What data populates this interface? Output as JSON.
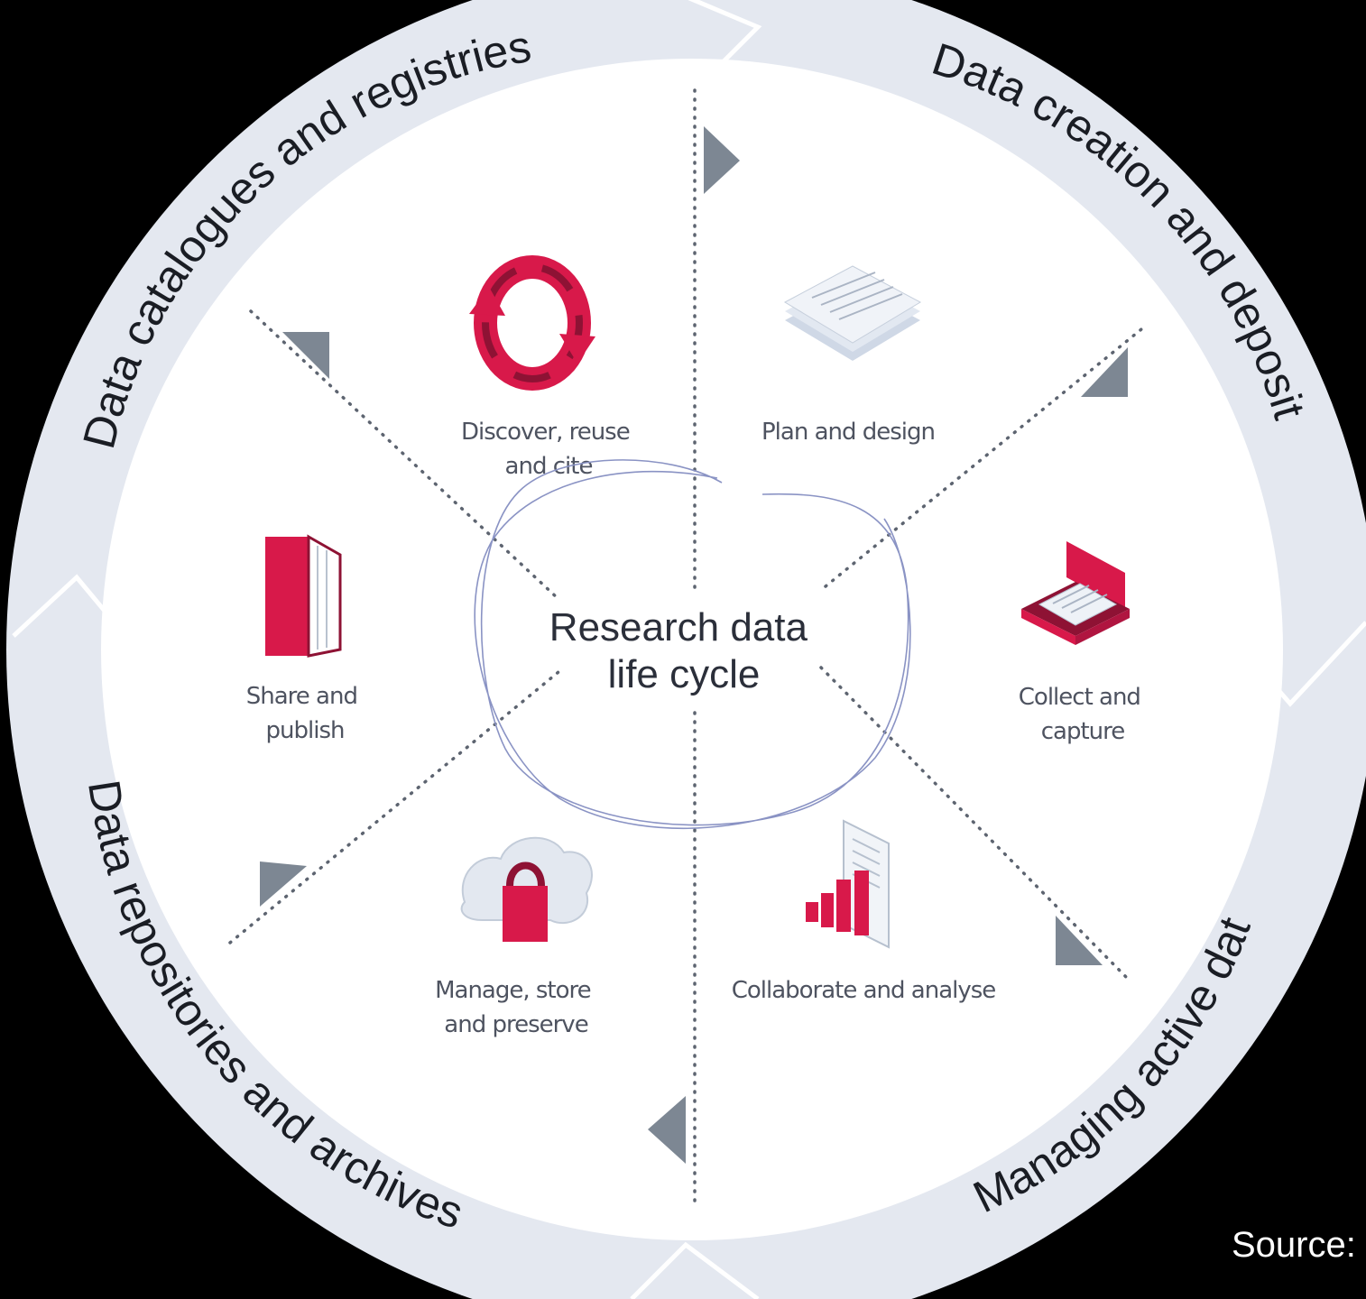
{
  "diagram": {
    "center_title": [
      "Research data",
      "life cycle"
    ],
    "ring_labels": {
      "top_left": "Data catalogues and registries",
      "top_right": "Data creation and deposit",
      "bottom_right": "Managing active data",
      "bottom_left": "Data repositories and archives"
    },
    "stages": {
      "discover": [
        "Discover, reuse",
        "and cite"
      ],
      "plan": [
        "Plan and design"
      ],
      "collect": [
        "Collect and",
        "capture"
      ],
      "analyse": [
        "Collaborate and analyse"
      ],
      "manage": [
        "Manage, store",
        "and preserve"
      ],
      "share": [
        "Share and",
        "publish"
      ]
    },
    "icons": {
      "discover": "circular-arrows-icon",
      "plan": "document-stack-icon",
      "collect": "open-briefcase-icon",
      "analyse": "bar-chart-document-icon",
      "manage": "cloud-lock-icon",
      "share": "book-icon"
    },
    "source_label": "Source:",
    "colors": {
      "accent": "#d8194a",
      "accent_dark": "#8e1234",
      "ring": "#e4e8f0",
      "inner": "#ffffff",
      "arrow": "#7d8793"
    }
  }
}
